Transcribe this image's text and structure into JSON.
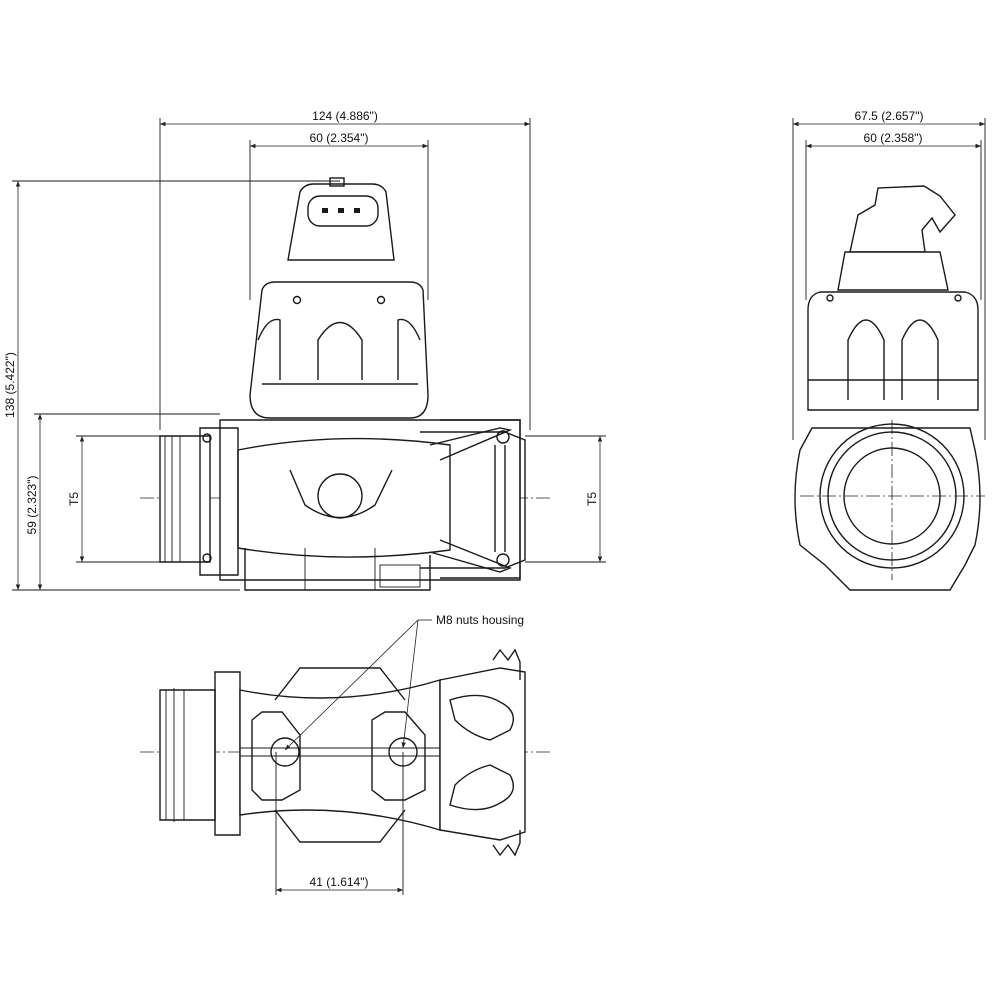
{
  "dimensions": {
    "front_overall_width": "124 (4.886\")",
    "front_cap_width": "60 (2.354\")",
    "front_overall_height": "138 (5.422\")",
    "front_body_height": "59 (2.323\")",
    "front_left_port": "T5",
    "front_right_port": "T5",
    "side_overall_width": "67.5 (2.657\")",
    "side_body_width": "60 (2.358\")",
    "top_nut_spacing": "41 (1.614\")"
  },
  "callouts": {
    "nuts_housing": "M8 nuts housing"
  }
}
